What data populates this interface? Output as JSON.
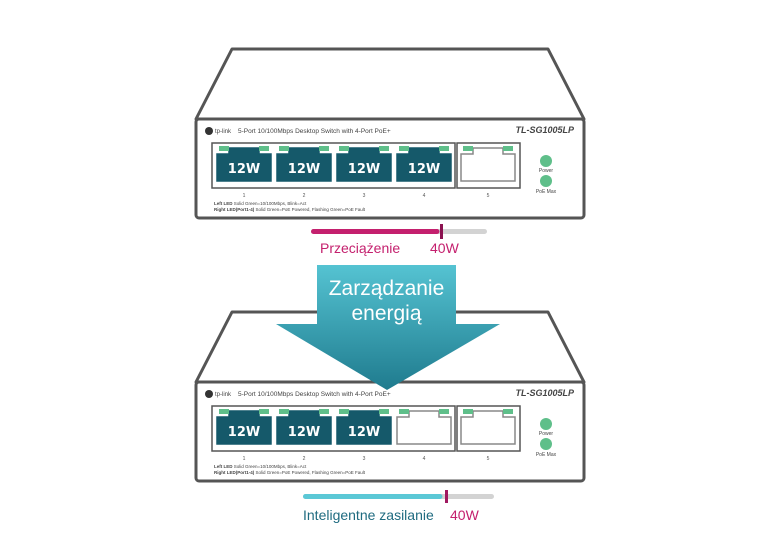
{
  "top_switch": {
    "brand": "tp-link",
    "description": "5-Port 10/100Mbps Desktop Switch with 4-Port PoE+",
    "model": "TL-SG1005LP",
    "ports": [
      {
        "label": "12W",
        "number": "1",
        "powered": true
      },
      {
        "label": "12W",
        "number": "2",
        "powered": true
      },
      {
        "label": "12W",
        "number": "3",
        "powered": true
      },
      {
        "label": "12W",
        "number": "4",
        "powered": true
      },
      {
        "label": "",
        "number": "5",
        "powered": false
      }
    ],
    "power_led": "Power",
    "poe_max_led": "PoE Max",
    "legend_left_title": "Left LED",
    "legend_left_text": "Solid Green=10/100Mbps, Blink=Act",
    "legend_right_title": "Right LED(Port1-4)",
    "legend_right_text": "Solid Green=PoE Powered, Flashing Green=PoE Fault"
  },
  "bottom_switch": {
    "brand": "tp-link",
    "description": "5-Port 10/100Mbps Desktop Switch with 4-Port PoE+",
    "model": "TL-SG1005LP",
    "ports": [
      {
        "label": "12W",
        "number": "1",
        "powered": true
      },
      {
        "label": "12W",
        "number": "2",
        "powered": true
      },
      {
        "label": "12W",
        "number": "3",
        "powered": true
      },
      {
        "label": "",
        "number": "4",
        "powered": false
      },
      {
        "label": "",
        "number": "5",
        "powered": false
      }
    ],
    "power_led": "Power",
    "poe_max_led": "PoE Max",
    "legend_left_title": "Left LED",
    "legend_left_text": "Solid Green=10/100Mbps, Blink=Act",
    "legend_right_title": "Right LED(Port1-4)",
    "legend_right_text": "Solid Green=PoE Powered, Flashing Green=PoE Fault"
  },
  "overload_bar": {
    "label": "Przeciążenie",
    "limit": "40W",
    "fill_fraction": 0.73,
    "color": "#c4206e"
  },
  "smart_bar": {
    "label": "Inteligentne zasilanie",
    "limit": "40W",
    "fill_fraction": 0.73,
    "color": "#5bc8d6"
  },
  "arrow": {
    "line1": "Zarządzanie",
    "line2": "energią",
    "color_top": "#55c3d2",
    "color_bottom": "#1f7b8e"
  },
  "colors": {
    "port_powered": "#15596a",
    "led_green": "#5fbf8a",
    "outline": "#555555"
  }
}
